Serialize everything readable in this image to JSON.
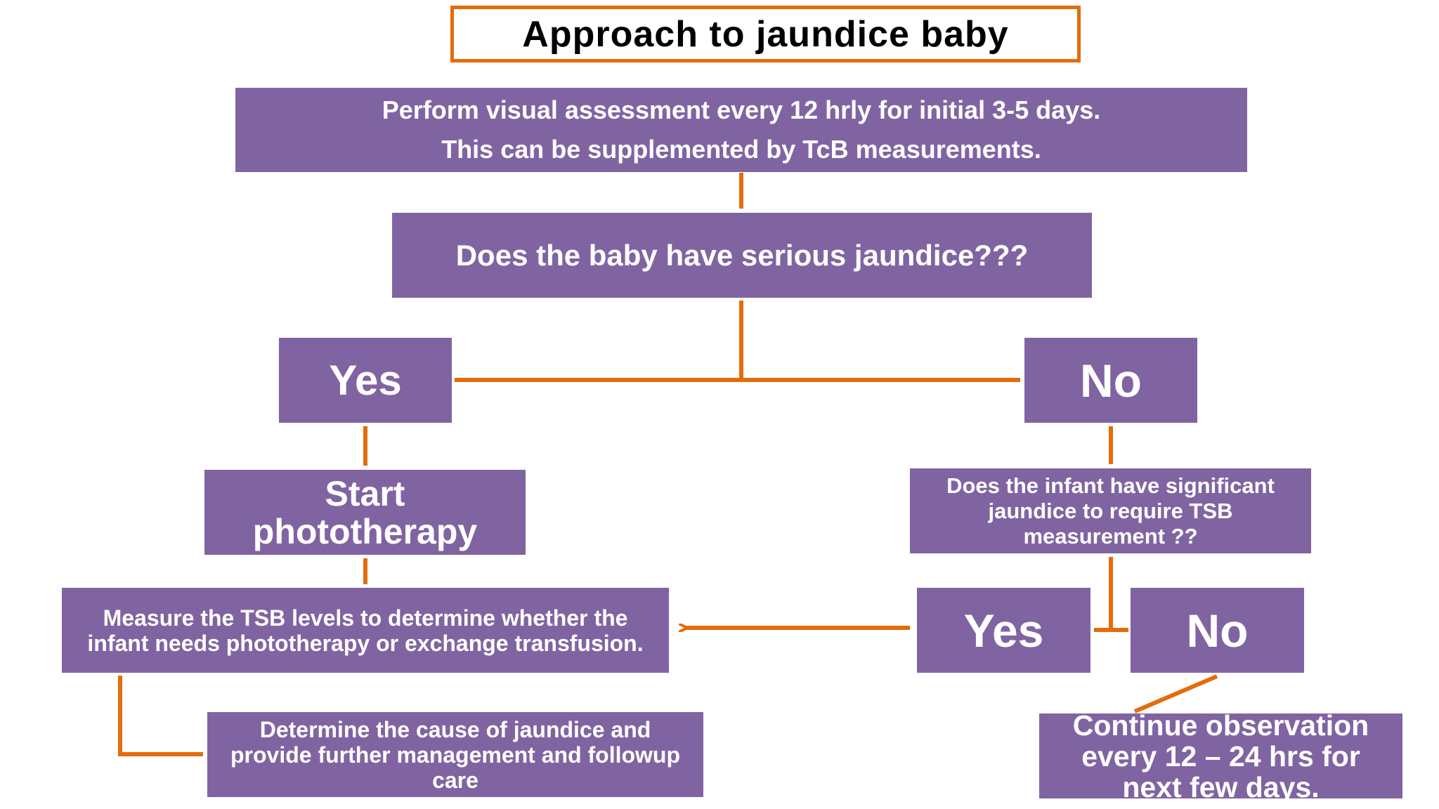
{
  "title": "Approach to jaundice baby",
  "nodes": {
    "step_visual": {
      "lines": [
        "Perform visual assessment every 12 hrly for initial 3-5 days.",
        "This can be supplemented by TcB measurements."
      ]
    },
    "q_serious": {
      "text": "Does the baby have serious jaundice???"
    },
    "yes_1": {
      "text": "Yes"
    },
    "no_1": {
      "text": "No"
    },
    "start_photo": {
      "lines": [
        "Start",
        "phototherapy"
      ]
    },
    "q_tsb": {
      "lines": [
        "Does the infant have significant",
        "jaundice to require TSB",
        "measurement ??"
      ]
    },
    "measure_tsb": {
      "lines": [
        "Measure the TSB levels to determine whether the",
        "infant needs phototherapy or exchange transfusion."
      ]
    },
    "yes_2": {
      "text": "Yes"
    },
    "no_2": {
      "text": "No"
    },
    "determine_cause": {
      "lines": [
        "Determine the cause of jaundice and",
        "provide further management and followup",
        "care"
      ]
    },
    "continue_obs": {
      "lines": [
        "Continue observation",
        "every 12 – 24 hrs for",
        "next few days."
      ]
    }
  },
  "colors": {
    "box_fill": "#8064a2",
    "connector": "#e46c0a",
    "title_border": "#e46c0a",
    "box_text": "#ffffff",
    "title_text": "#000000"
  }
}
